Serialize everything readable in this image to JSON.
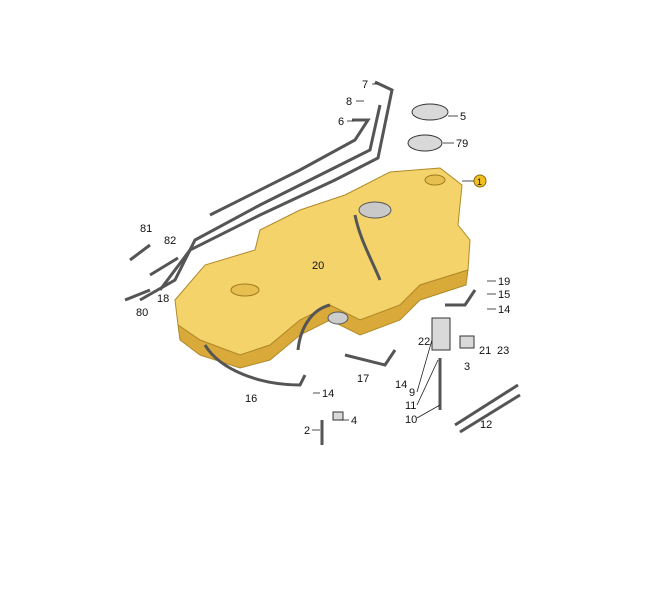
{
  "diagram": {
    "type": "exploded parts diagram - fuel tank",
    "colors": {
      "tank": "#f3d36a",
      "tank_shadow": "#d9a93a",
      "highlight_badge": "#f0c020"
    },
    "labels": {
      "l7": "7",
      "l8": "8",
      "l6": "6",
      "l5": "5",
      "l79": "79",
      "l1": "1",
      "l81": "81",
      "l82": "82",
      "l20": "20",
      "l18": "18",
      "l80": "80",
      "l19": "19",
      "l15": "15",
      "l14a": "14",
      "l22": "22",
      "l21": "21",
      "l23": "23",
      "l3": "3",
      "l9": "9",
      "l11": "11",
      "l10": "10",
      "l12": "12",
      "l17": "17",
      "l14b": "14",
      "l16": "16",
      "l14c": "14",
      "l2": "2",
      "l4": "4"
    }
  }
}
